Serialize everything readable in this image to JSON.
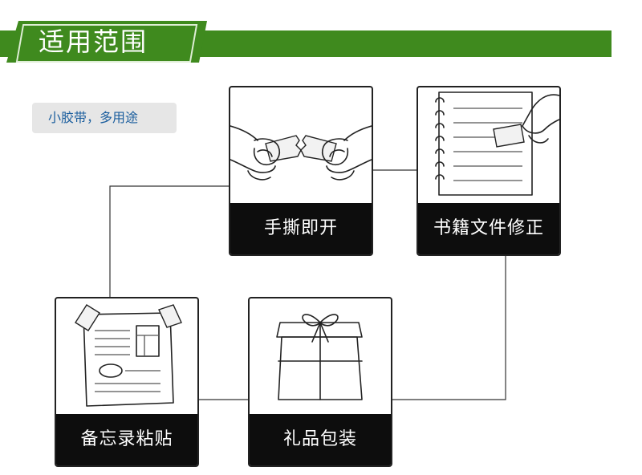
{
  "header": {
    "title": "适用范围"
  },
  "tag": {
    "text": "小胶带，多用途"
  },
  "cards": [
    {
      "label": "手撕即开",
      "icon": "hands-tearing-tape-icon"
    },
    {
      "label": "书籍文件修正",
      "icon": "document-tape-icon"
    },
    {
      "label": "备忘录粘贴",
      "icon": "taped-memo-icon"
    },
    {
      "label": "礼品包装",
      "icon": "gift-box-icon"
    }
  ],
  "colors": {
    "banner": "#3f8a1e",
    "label_bg": "#0d0d0d",
    "tag_bg": "#e6e6e6",
    "tag_text": "#1b5e9e"
  }
}
